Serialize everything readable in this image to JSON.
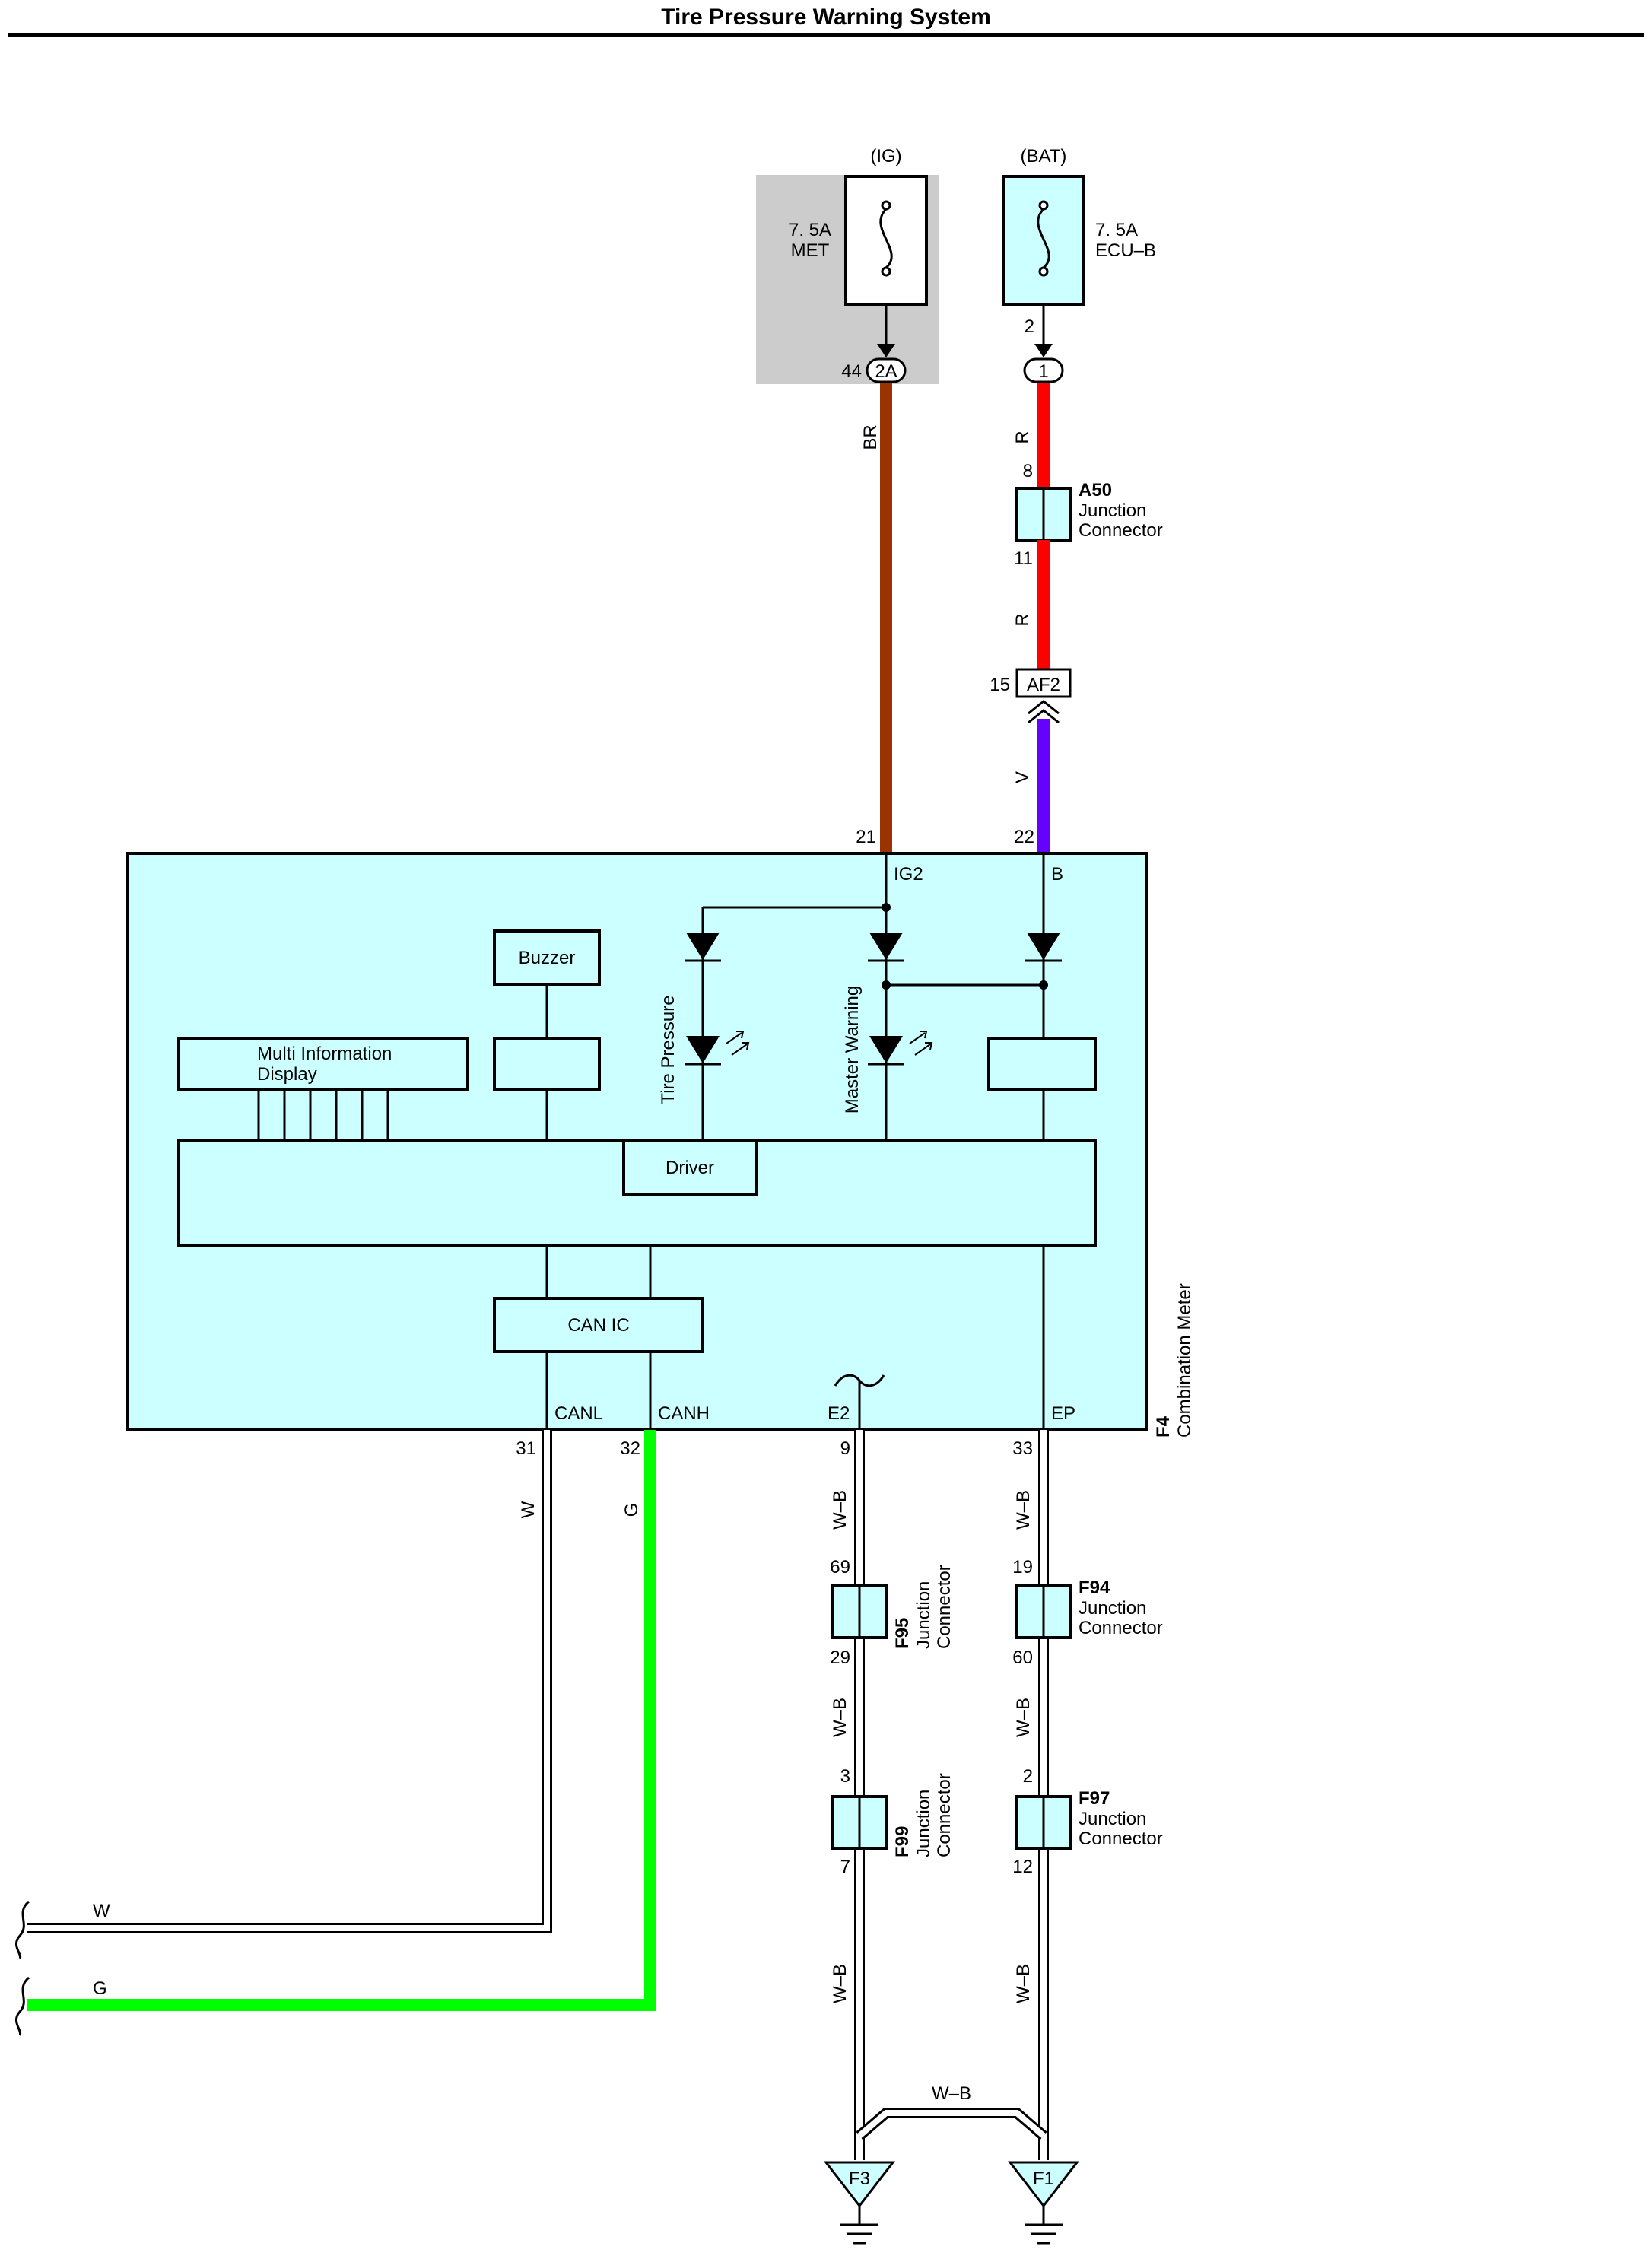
{
  "title": "Tire Pressure Warning System",
  "colors": {
    "meter_fill": "#ccffff",
    "fuse_panel": "#cccccc",
    "wire_BR": "#993300",
    "wire_R": "#ff0000",
    "wire_V": "#6600ff",
    "wire_G": "#00ff00",
    "wire_W": "#ffffff",
    "wire_WB": "#ffffff"
  },
  "fuses": {
    "ig": {
      "source": "(IG)",
      "rating": "7. 5A",
      "name": "MET"
    },
    "bat": {
      "source": "(BAT)",
      "rating": "7. 5A",
      "name": "ECU–B"
    }
  },
  "connectors": {
    "c2a": {
      "pin": "44",
      "label": "2A"
    },
    "c1": {
      "pin": "2",
      "label": "1"
    },
    "af2": {
      "pin": "15",
      "label": "AF2"
    }
  },
  "junctions": {
    "a50": {
      "id": "A50",
      "line1": "Junction",
      "line2": "Connector",
      "pin_top": "8",
      "pin_bottom": "11"
    },
    "f94": {
      "id": "F94",
      "line1": "Junction",
      "line2": "Connector",
      "pin_top": "19",
      "pin_bottom": "60"
    },
    "f97": {
      "id": "F97",
      "line1": "Junction",
      "line2": "Connector",
      "pin_top": "2",
      "pin_bottom": "12"
    },
    "f95": {
      "id": "F95",
      "line1": "Junction",
      "line2": "Connector",
      "pin_top": "69",
      "pin_bottom": "29"
    },
    "f99": {
      "id": "F99",
      "line1": "Junction",
      "line2": "Connector",
      "pin_top": "3",
      "pin_bottom": "7"
    }
  },
  "wires": {
    "br": "BR",
    "r1": "R",
    "r2": "R",
    "v": "V",
    "w": "W",
    "g": "G",
    "w_left": "W",
    "g_left": "G",
    "wb_e2_1": "W–B",
    "wb_e2_2": "W–B",
    "wb_e2_3": "W–B",
    "wb_ep_1": "W–B",
    "wb_ep_2": "W–B",
    "wb_ep_3": "W–B",
    "wb_bridge": "W–B"
  },
  "meter": {
    "id": "F4",
    "name": "Combination Meter",
    "pins": {
      "ig2": {
        "num": "21",
        "name": "IG2"
      },
      "b": {
        "num": "22",
        "name": "B"
      },
      "canl": {
        "num": "31",
        "name": "CANL"
      },
      "canh": {
        "num": "32",
        "name": "CANH"
      },
      "e2": {
        "num": "9",
        "name": "E2"
      },
      "ep": {
        "num": "33",
        "name": "EP"
      }
    },
    "blocks": {
      "buzzer": "Buzzer",
      "mid_line1": "Multi Information",
      "mid_line2": "Display",
      "driver": "Driver",
      "can_ic": "CAN IC"
    },
    "indicators": {
      "tire_pressure": "Tire Pressure",
      "master_warning": "Master Warning"
    }
  },
  "grounds": {
    "g1": "F3",
    "g2": "F1"
  }
}
